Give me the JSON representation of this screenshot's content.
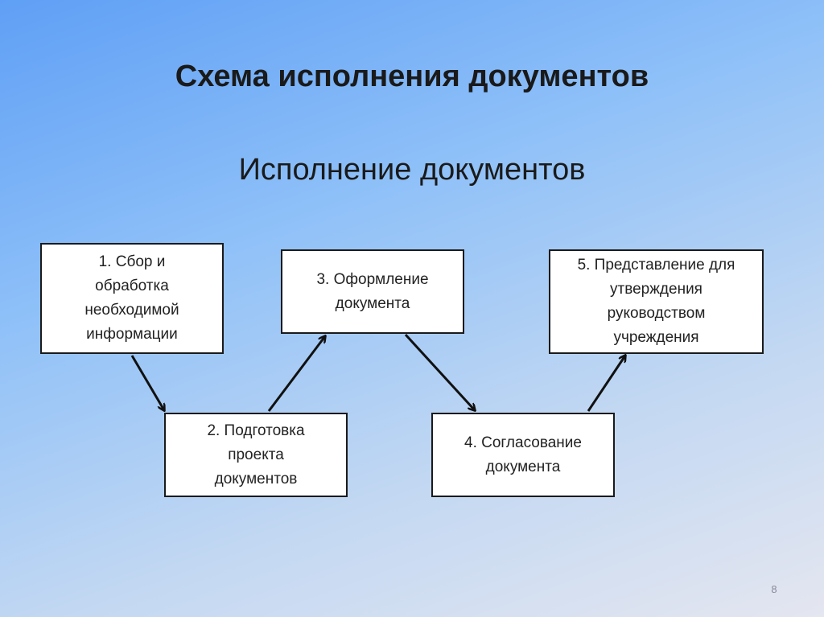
{
  "slide": {
    "title": "Схема исполнения документов",
    "subtitle": "Исполнение документов",
    "page_number": "8"
  },
  "steps": [
    {
      "label": "1. Сбор и\nобработка\nнеобходимой\nинформации"
    },
    {
      "label": "2. Подготовка\nпроекта\nдокументов"
    },
    {
      "label": "3. Оформление\nдокумента"
    },
    {
      "label": "4. Согласование\nдокумента"
    },
    {
      "label": "5. Представление для\nутверждения\nруководством\nучреждения"
    }
  ],
  "edges": [
    {
      "from": 1,
      "to": 2
    },
    {
      "from": 2,
      "to": 3
    },
    {
      "from": 3,
      "to": 4
    },
    {
      "from": 4,
      "to": 5
    }
  ]
}
